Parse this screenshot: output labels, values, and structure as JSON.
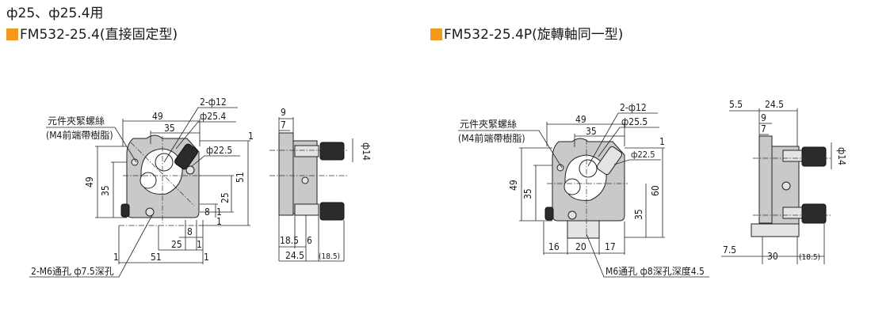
{
  "header": {
    "diameters": "ф25、ф25.4用",
    "left_title": "FM532-25.4(直接固定型)",
    "right_title": "FM532-25.4P(旋轉軸同一型)"
  },
  "left": {
    "labels": {
      "clamp1": "元件夾緊螺絲",
      "clamp2": "(M4前端帶樹脂)",
      "holes": "2-ф12",
      "bore": "ф25.4",
      "ring": "ф22.5",
      "tap": "2-M6通孔 ф7.5深孔",
      "knob": "ф14"
    },
    "dims": {
      "w49": "49",
      "w35": "35",
      "h49": "49",
      "h35": "35",
      "h51": "51",
      "h25": "25",
      "d8a": "8",
      "d8b": "8",
      "d1a": "1",
      "d1b": "1",
      "d1c": "1",
      "d1d": "1",
      "d1e": "1",
      "b25": "25",
      "b51": "51",
      "s9": "9",
      "s7": "7",
      "s185": "18.5",
      "s6": "6",
      "s245": "24.5",
      "s185p": "(18.5)"
    }
  },
  "right": {
    "labels": {
      "clamp1": "元件夾緊螺絲",
      "clamp2": "(M4前端帶樹脂)",
      "holes": "2-ф12",
      "bore": "ф25.5",
      "ring": "ф22.5",
      "tap": "M6通孔 ф8深孔深度4.5",
      "knob": "ф14"
    },
    "dims": {
      "w49": "49",
      "w35": "35",
      "h49": "49",
      "h35": "35",
      "h60": "60",
      "h35b": "35",
      "d1": "1",
      "b16": "16",
      "b20": "20",
      "b17": "17",
      "s55": "5.5",
      "s245": "24.5",
      "s9": "9",
      "s7": "7",
      "s75": "7.5",
      "s30": "30",
      "s185p": "(18.5)"
    }
  }
}
